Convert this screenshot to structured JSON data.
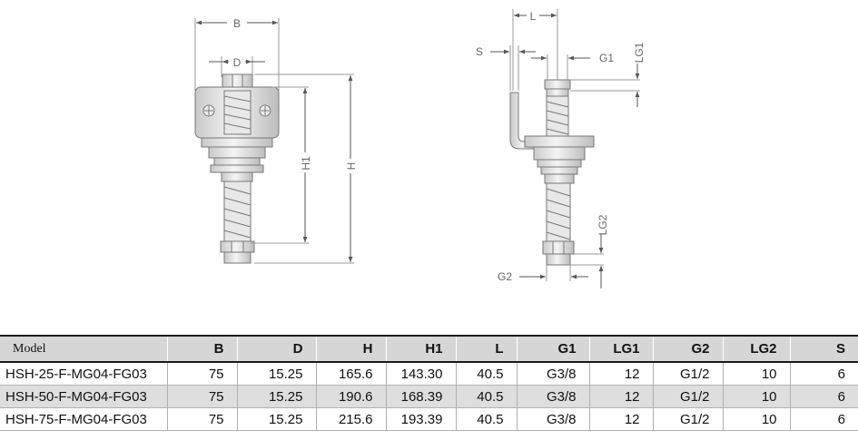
{
  "drawing": {
    "left_labels": {
      "b": "B",
      "d": "D",
      "h1": "H1",
      "h": "H"
    },
    "right_labels": {
      "l": "L",
      "s": "S",
      "g1": "G1",
      "lg1": "LG1",
      "lg2": "LG2",
      "g2": "G2"
    }
  },
  "table": {
    "headers": [
      "Model",
      "B",
      "D",
      "H",
      "H1",
      "L",
      "G1",
      "LG1",
      "G2",
      "LG2",
      "S"
    ],
    "rows": [
      [
        "HSH-25-F-MG04-FG03",
        "75",
        "15.25",
        "165.6",
        "143.30",
        "40.5",
        "G3/8",
        "12",
        "G1/2",
        "10",
        "6"
      ],
      [
        "HSH-50-F-MG04-FG03",
        "75",
        "15.25",
        "190.6",
        "168.39",
        "40.5",
        "G3/8",
        "12",
        "G1/2",
        "10",
        "6"
      ],
      [
        "HSH-75-F-MG04-FG03",
        "75",
        "15.25",
        "215.6",
        "193.39",
        "40.5",
        "G3/8",
        "12",
        "G1/2",
        "10",
        "6"
      ]
    ]
  }
}
